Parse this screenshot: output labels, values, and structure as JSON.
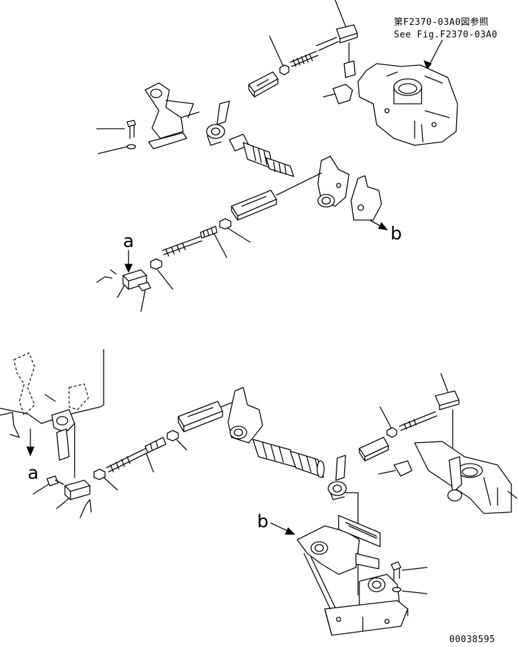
{
  "reference_note": {
    "line1": "第F2370-03A0図参照",
    "line2": "See Fig.F2370-03A0"
  },
  "markers": {
    "a_top": "a",
    "b_top": "b",
    "a_bottom": "a",
    "b_bottom": "b"
  },
  "drawing_number": "00038595"
}
